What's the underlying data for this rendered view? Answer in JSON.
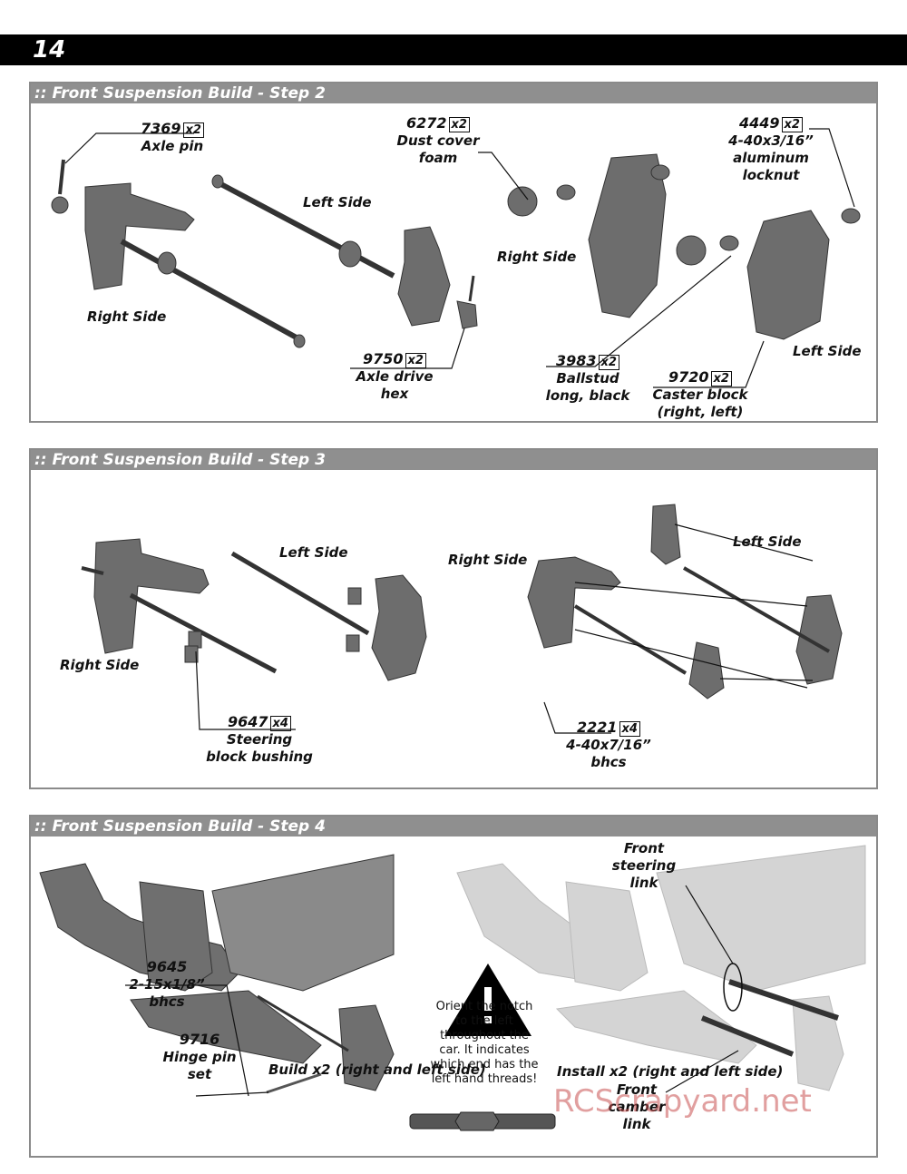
{
  "page": {
    "number": "14"
  },
  "step2": {
    "title": ":: Front Suspension Build - Step 2",
    "left_side": "Left Side",
    "right_side_a": "Right Side",
    "right_side_b": "Right Side",
    "left_side_b": "Left Side",
    "axle_pin": {
      "part": "7369",
      "qty": "x2",
      "name": "Axle pin"
    },
    "dust_cover": {
      "part": "6272",
      "qty": "x2",
      "name1": "Dust cover",
      "name2": "foam"
    },
    "locknut": {
      "part": "4449",
      "qty": "x2",
      "name1": "4-40x3/16”",
      "name2": "aluminum",
      "name3": "locknut"
    },
    "axle_hex": {
      "part": "9750",
      "qty": "x2",
      "name1": "Axle drive",
      "name2": "hex"
    },
    "ballstud": {
      "part": "3983",
      "qty": "x2",
      "name1": "Ballstud",
      "name2": "long, black"
    },
    "caster": {
      "part": "9720",
      "qty": "x2",
      "name1": "Caster block",
      "name2": "(right, left)"
    }
  },
  "step3": {
    "title": ":: Front Suspension Build - Step 3",
    "left_side_a": "Left Side",
    "right_side_a": "Right Side",
    "right_side_b": "Right Side",
    "left_side_b": "Left Side",
    "bushing": {
      "part": "9647",
      "qty": "x4",
      "name1": "Steering",
      "name2": "block bushing"
    },
    "bhcs": {
      "part": "2221",
      "qty": "x4",
      "name1": "4-40x7/16”",
      "name2": "bhcs"
    }
  },
  "step4": {
    "title": ":: Front Suspension Build - Step 4",
    "bhcs": {
      "part": "9645",
      "name1": "2-15x1/8”",
      "name2": "bhcs"
    },
    "hinge": {
      "part": "9716",
      "name1": "Hinge pin",
      "name2": "set"
    },
    "build": "Build x2 (right and left side)",
    "install": "Install x2 (right and left side)",
    "steering_link": {
      "l1": "Front",
      "l2": "steering",
      "l3": "link"
    },
    "camber_link": {
      "l1": "Front",
      "l2": "camber",
      "l3": "link"
    },
    "note": {
      "l1": "Orient the notch",
      "l2": "to the left",
      "l3": "throughout the",
      "l4": "car. It indicates",
      "l5": "which end has the",
      "l6": "left hand threads!"
    }
  },
  "watermark": "RCScrapyard.net",
  "colors": {
    "part_gray": "#6d6d6d",
    "panel_gray": "#8f8f8f",
    "faded": "#d4d4d4"
  }
}
